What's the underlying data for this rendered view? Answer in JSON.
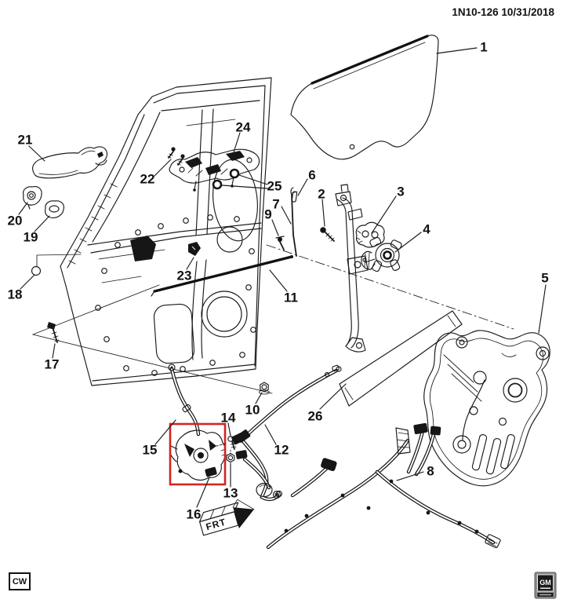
{
  "header": {
    "doc_ref": "1N10-126  10/31/2018"
  },
  "figure": {
    "type": "exploded-parts-diagram",
    "subject": "rear side door hardware, glass and window regulator",
    "highlighted_part": "16",
    "highlight_color": "#d42424"
  },
  "callouts": [
    "1",
    "2",
    "3",
    "4",
    "5",
    "6",
    "7",
    "8",
    "9",
    "10",
    "11",
    "12",
    "13",
    "14",
    "15",
    "16",
    "17",
    "18",
    "19",
    "20",
    "21",
    "22",
    "23",
    "24",
    "25",
    "26"
  ],
  "marks": {
    "frt": "FRT",
    "cw": "CW",
    "gm": "GM"
  }
}
